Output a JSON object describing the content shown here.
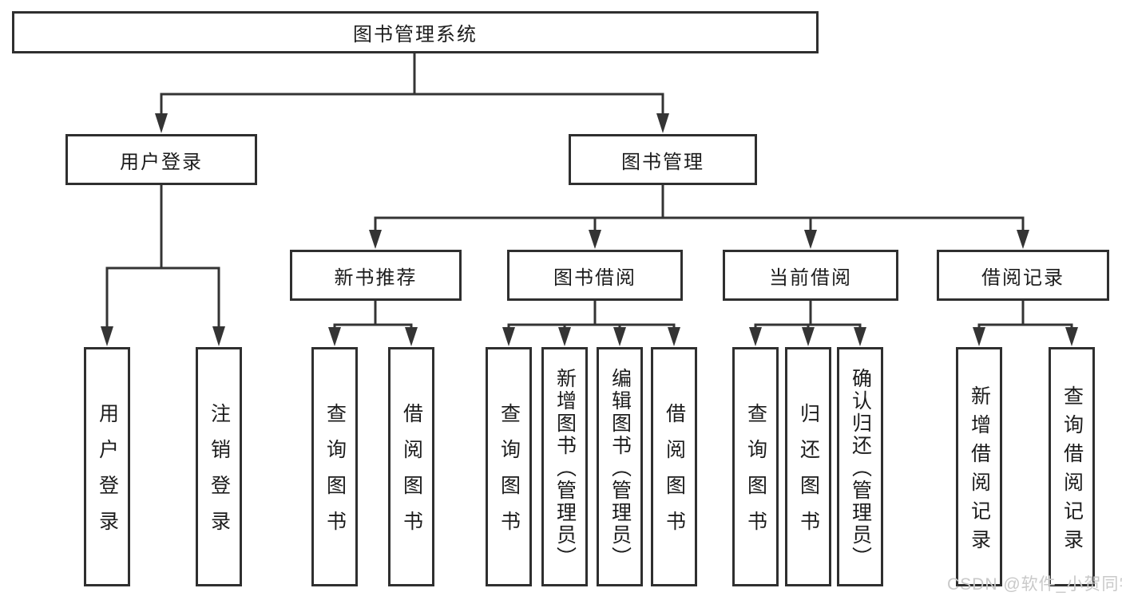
{
  "diagram": {
    "root": "图书管理系统",
    "branches": [
      {
        "label": "用户登录",
        "children": [
          "用户登录",
          "注销登录"
        ]
      },
      {
        "label": "图书管理",
        "groups": [
          {
            "label": "新书推荐",
            "children": [
              "查询图书",
              "借阅图书"
            ]
          },
          {
            "label": "图书借阅",
            "children": [
              "查询图书",
              "新增图书（管理员）",
              "编辑图书（管理员）",
              "借阅图书"
            ]
          },
          {
            "label": "当前借阅",
            "children": [
              "查询图书",
              "归还图书",
              "确认归还（管理员）"
            ]
          },
          {
            "label": "借阅记录",
            "children": [
              "新增借阅记录",
              "查询借阅记录"
            ]
          }
        ]
      }
    ]
  },
  "watermark": "CSDN @软件_小贺同学",
  "colors": {
    "background": "#ffffff",
    "box_border": "#2f2f2f",
    "connector_line": "#343434",
    "text": "#1c1c1c",
    "watermark": "#c9c9c9"
  }
}
